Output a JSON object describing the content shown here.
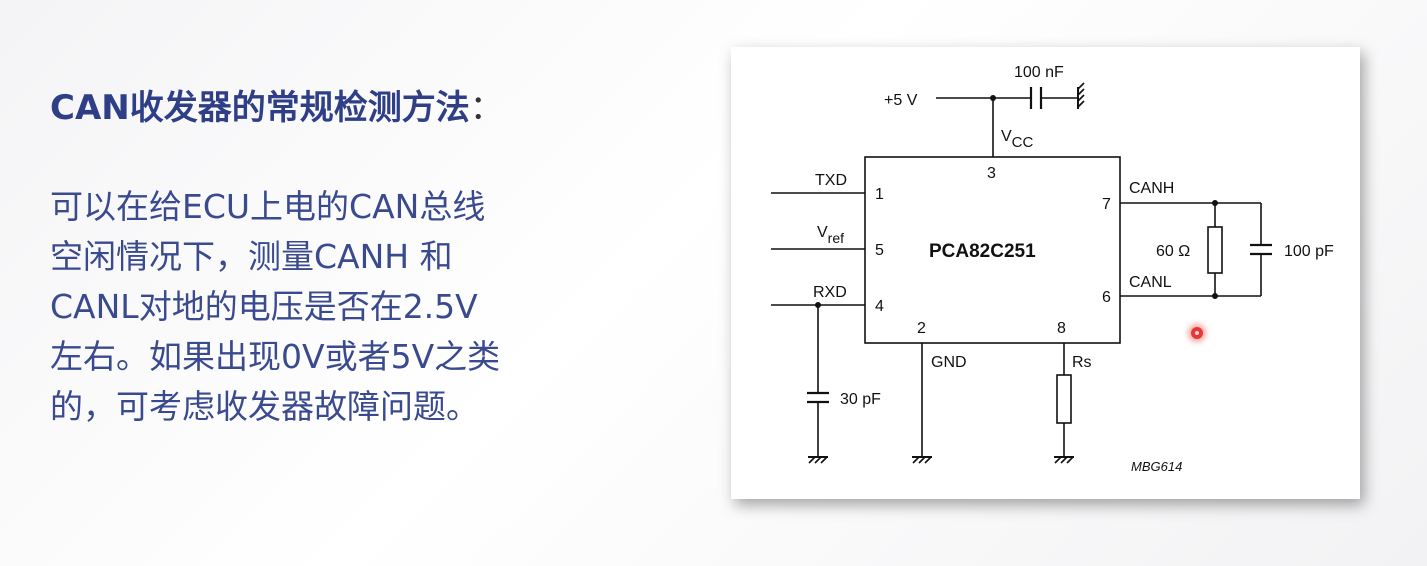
{
  "slide": {
    "title": "CAN收发器的常规检测方法",
    "title_colon": "：",
    "body_lines": [
      "可以在给ECU上电的CAN总线",
      "空闲情况下，测量CANH 和",
      "CANL对地的电压是否在2.5V",
      "左右。如果出现0V或者5V之类",
      "的，可考虑收发器故障问题。"
    ]
  },
  "diagram": {
    "chip_name": "PCA82C251",
    "supply": "+5 V",
    "decoupling_cap": "100 nF",
    "vcc_main": "V",
    "vcc_sub": "CC",
    "txd": "TXD",
    "vref_main": "V",
    "vref_sub": "ref",
    "rxd": "RXD",
    "canh": "CANH",
    "canl": "CANL",
    "gnd": "GND",
    "rs": "Rs",
    "termination_resistor": "60 Ω",
    "bus_cap": "100 pF",
    "rxd_cap": "30 pF",
    "pin_vcc": "3",
    "pin_txd": "1",
    "pin_vref": "5",
    "pin_rxd": "4",
    "pin_gnd": "2",
    "pin_rs": "8",
    "pin_canh": "7",
    "pin_canl": "6",
    "figure_code": "MBG614"
  },
  "colors": {
    "title": "#2f3f87",
    "body": "#3a4a8f",
    "pointer": "#e53935"
  }
}
